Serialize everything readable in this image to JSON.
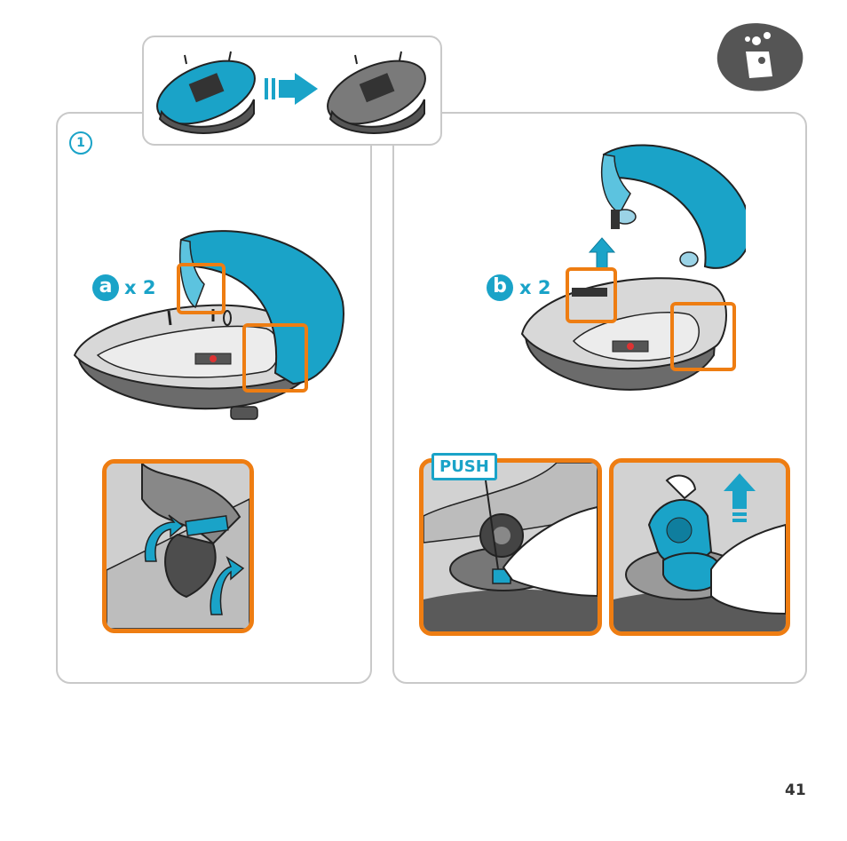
{
  "header": {
    "care_icon": "washing-hands-icon"
  },
  "step": {
    "number": "1"
  },
  "left": {
    "sub_letter": "a",
    "multiplier": "x 2"
  },
  "right": {
    "sub_letter": "b",
    "multiplier": "x 2",
    "push_label": "PUSH"
  },
  "page": {
    "number": "41"
  },
  "colors": {
    "accent_blue": "#1aa3c8",
    "highlight_orange": "#ee7d12",
    "panel_border": "#c9c9c9",
    "dark_grey": "#4d4d4d"
  }
}
